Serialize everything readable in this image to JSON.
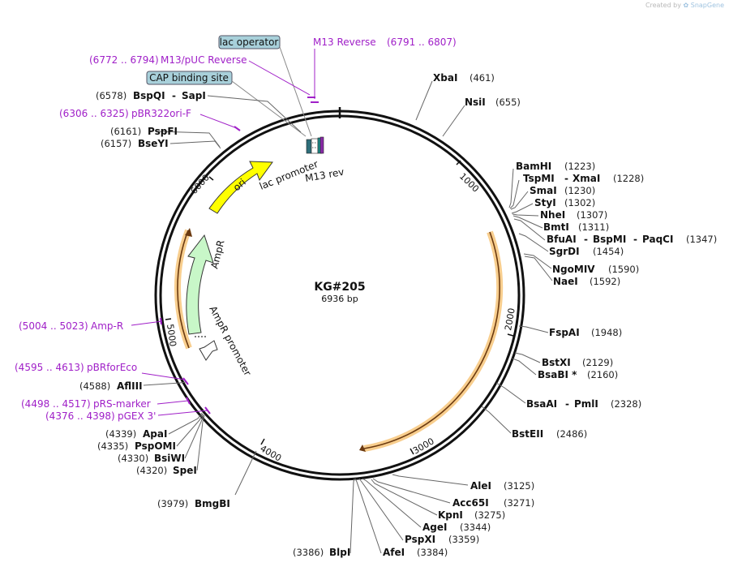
{
  "plasmid": {
    "name": "KG#205",
    "length_label": "6936 bp"
  },
  "credit": {
    "prefix": "Created by",
    "brand": "SnapGene"
  },
  "tick_labels": [
    "1000",
    "2000",
    "3000",
    "4000",
    "5000",
    "6000"
  ],
  "features": {
    "ori": "ori",
    "ampr": "AmpR",
    "ampr_promoter": "AmpR promoter",
    "lac_promoter": "lac promoter",
    "m13_rev": "M13 rev"
  },
  "boxed_labels": {
    "lac_operator": "lac operator",
    "cap_site": "CAP binding site"
  },
  "primers": [
    {
      "range": "(6791 .. 6807)",
      "name": "M13 Reverse"
    },
    {
      "range": "(6772 .. 6794)",
      "name": "M13/pUC Reverse"
    },
    {
      "range": "(6306 .. 6325)",
      "name": "pBR322ori-F"
    },
    {
      "range": "(5004 .. 5023)",
      "name": "Amp-R"
    },
    {
      "range": "(4595 .. 4613)",
      "name": "pBRforEco"
    },
    {
      "range": "(4498 .. 4517)",
      "name": "pRS-marker"
    },
    {
      "range": "(4376 .. 4398)",
      "name": "pGEX 3'"
    }
  ],
  "sites": [
    {
      "name": "XbaI",
      "pos": "(461)"
    },
    {
      "name": "NsiI",
      "pos": "(655)"
    },
    {
      "name": "BamHI",
      "pos": "(1223)"
    },
    {
      "name": "TspMI",
      "name2": "XmaI",
      "pos": "(1228)"
    },
    {
      "name": "SmaI",
      "pos": "(1230)"
    },
    {
      "name": "StyI",
      "pos": "(1302)"
    },
    {
      "name": "NheI",
      "pos": "(1307)"
    },
    {
      "name": "BmtI",
      "pos": "(1311)"
    },
    {
      "name": "BfuAI",
      "name2": "BspMI",
      "name3": "PaqCI",
      "pos": "(1347)"
    },
    {
      "name": "SgrDI",
      "pos": "(1454)"
    },
    {
      "name": "NgoMIV",
      "pos": "(1590)"
    },
    {
      "name": "NaeI",
      "pos": "(1592)"
    },
    {
      "name": "FspAI",
      "pos": "(1948)"
    },
    {
      "name": "BstXI",
      "pos": "(2129)"
    },
    {
      "name": "BsaBI *",
      "pos": "(2160)"
    },
    {
      "name": "BsaAI",
      "name2": "PmlI",
      "pos": "(2328)"
    },
    {
      "name": "BstEII",
      "pos": "(2486)"
    },
    {
      "name": "AleI",
      "pos": "(3125)"
    },
    {
      "name": "Acc65I",
      "pos": "(3271)"
    },
    {
      "name": "KpnI",
      "pos": "(3275)"
    },
    {
      "name": "AgeI",
      "pos": "(3344)"
    },
    {
      "name": "PspXI",
      "pos": "(3359)"
    },
    {
      "name": "AfeI",
      "pos": "(3384)"
    },
    {
      "name": "BlpI",
      "pos": "(3386)"
    },
    {
      "name": "BmgBI",
      "pos": "(3979)"
    },
    {
      "name": "SpeI",
      "pos": "(4320)"
    },
    {
      "name": "BsiWI",
      "pos": "(4330)"
    },
    {
      "name": "PspOMI",
      "pos": "(4335)"
    },
    {
      "name": "ApaI",
      "pos": "(4339)"
    },
    {
      "name": "AflIII",
      "pos": "(4588)"
    },
    {
      "name": "BseYI",
      "pos": "(6157)"
    },
    {
      "name": "PspFI",
      "pos": "(6161)"
    },
    {
      "name": "SapI",
      "name2": "BspQI",
      "pos": "(6578)"
    }
  ]
}
